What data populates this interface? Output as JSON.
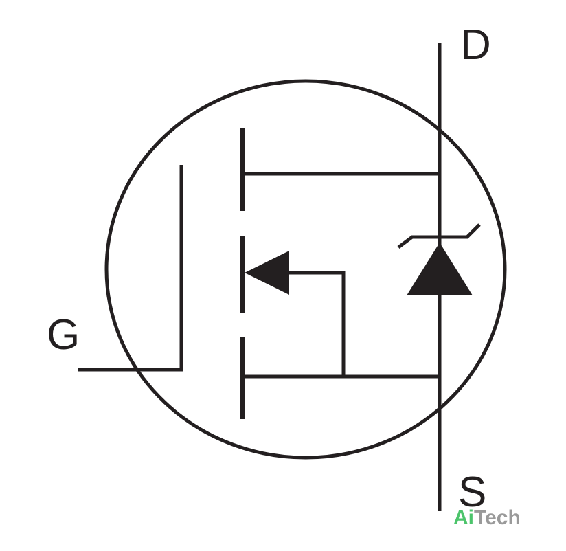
{
  "diagram": {
    "terminals": {
      "drain": "D",
      "gate": "G",
      "source": "S"
    }
  },
  "watermark": {
    "accent": "Ai",
    "rest": "Tech"
  },
  "colors": {
    "stroke": "#231f20",
    "background": "#ffffff",
    "watermark_accent": "#4cc46b",
    "watermark_rest": "#9a9a9a"
  }
}
